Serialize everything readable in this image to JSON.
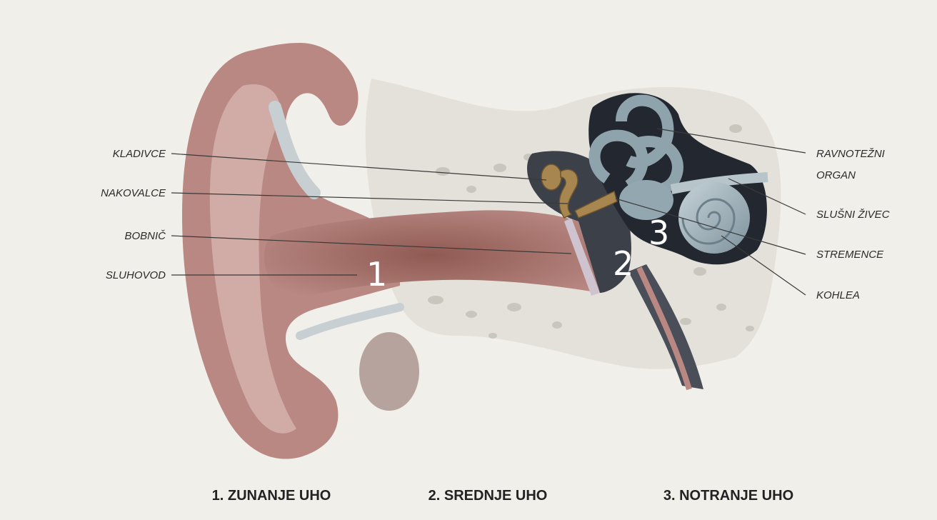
{
  "labels_left": {
    "hammer": "KLADIVCE",
    "anvil": "NAKOVALCE",
    "eardrum": "BOBNIČ",
    "ear_canal": "SLUHOVOD"
  },
  "labels_right": {
    "balance_line1": "RAVNOTEŽNI",
    "balance_line2": "ORGAN",
    "nerve": "SLUŠNI ŽIVEC",
    "stirrup": "STREMENCE",
    "cochlea": "KOHLEA"
  },
  "region_numbers": {
    "one": "1",
    "two": "2",
    "three": "3"
  },
  "captions": {
    "outer": "1. ZUNANJE UHO",
    "middle": "2. SREDNJE UHO",
    "inner": "3. NOTRANJE UHO"
  },
  "colors": {
    "background": "#f1efe9",
    "skin": "#b98883",
    "skin_light": "#dcbcb6",
    "canal": "#a46d64",
    "bone": "#e3e1da",
    "cavity": "#3c4048",
    "inner_dark": "#232830",
    "cochlea": "#9fb0b9",
    "ossicle": "#a88650",
    "text": "#2b2b2b"
  }
}
